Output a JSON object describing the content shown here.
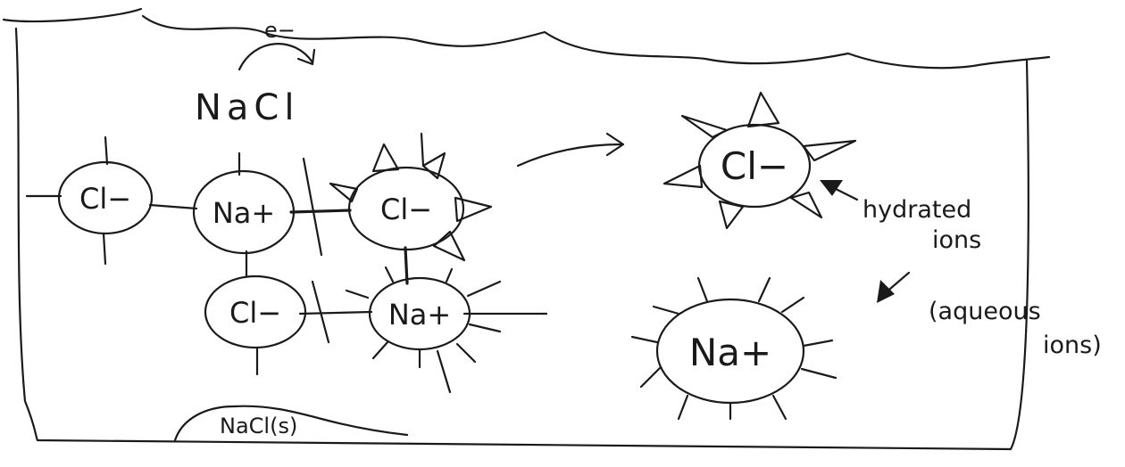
{
  "labels": {
    "electron": "e−",
    "formula": "NaCl",
    "hydrated": "hydrated",
    "ions": "ions",
    "aqueous": "(aqueous",
    "aqueous_ions": "ions)",
    "solid": "NaCl(s)"
  },
  "ions": {
    "cl": "Cl−",
    "na": "Na+"
  }
}
